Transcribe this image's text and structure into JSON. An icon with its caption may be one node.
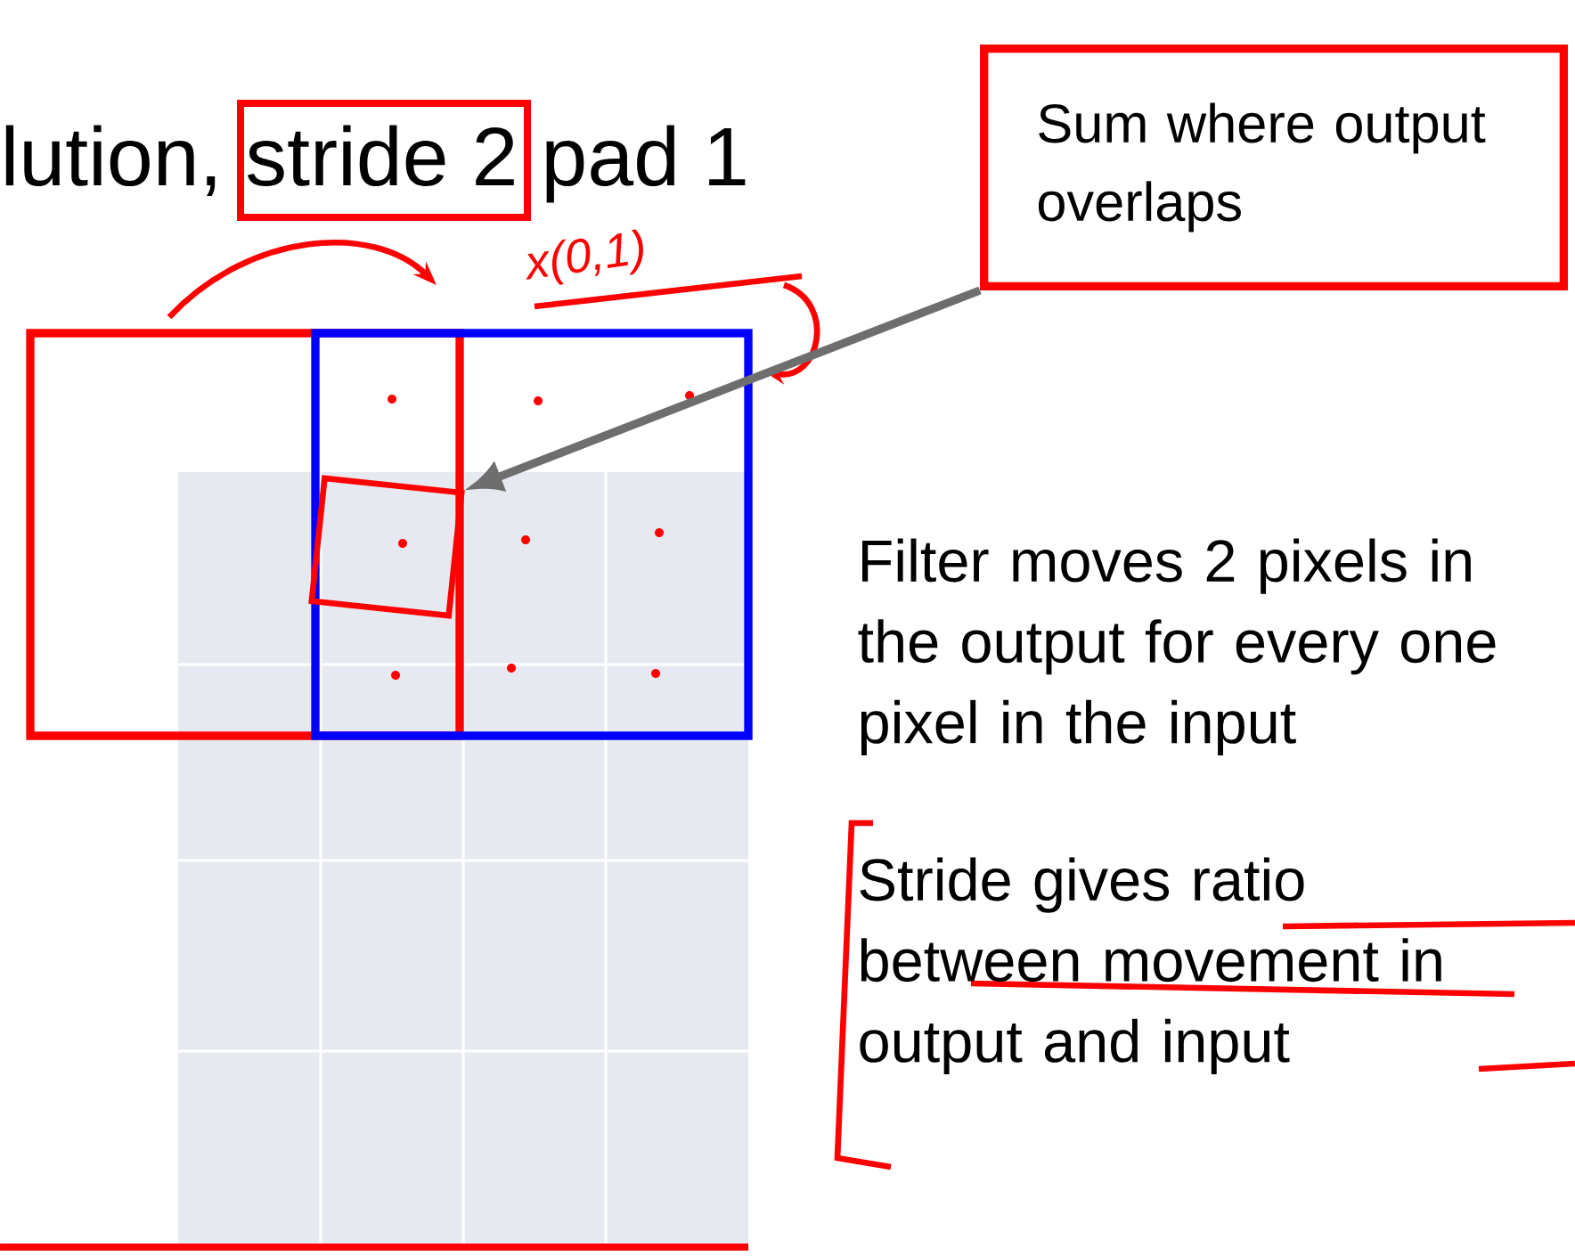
{
  "diagram": {
    "title": "lution, stride 2 pad 1",
    "nodes": [
      {
        "text": [
          "Sum where output overlaps"
        ]
      },
      {
        "text": [],
        "shape": "box"
      }
    ],
    "edges": [
      {
        "from": 0,
        "to": 1,
        "arrow": "to",
        "color": "#6e6e6e"
      }
    ],
    "labels": [
      "x(0,1)",
      "Filter moves 2 pixels in the output for every one pixel in the input",
      "Stride gives ratio between movement in output and input"
    ]
  }
}
